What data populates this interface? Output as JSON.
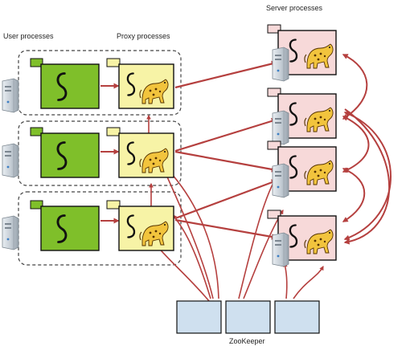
{
  "labels": {
    "user_processes": "User processes",
    "proxy_processes": "Proxy processes",
    "server_processes": "Server processes",
    "zookeeper": "ZooKeeper"
  },
  "colors": {
    "arrow": "#b5403f",
    "user_process_fill": "#7fbf2a",
    "proxy_process_fill": "#f7f3a6",
    "server_process_fill": "#f7d9d9",
    "zookeeper_fill": "#cfe0ef",
    "group_border": "#444444"
  },
  "icons": {
    "process": "s-curve-icon",
    "proxy": "leopard-icon",
    "machine": "server-tower-icon"
  }
}
